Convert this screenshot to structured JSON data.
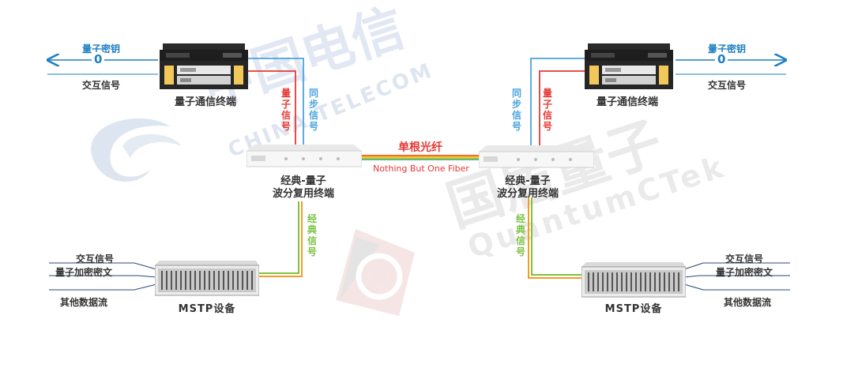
{
  "watermarks": {
    "china_telecom_cn": "中国电信",
    "china_telecom_en": "CHINA TELECOM",
    "quantumctek_cn": "国盾量子",
    "quantumctek_en": "QuantumCTek"
  },
  "left": {
    "quantum_key": "量子密钥",
    "key_glyph": "0",
    "interactive_signal": "交互信号",
    "terminal_title": "量子通信终端",
    "quantum_signal_vertical": "量子信号",
    "sync_signal_vertical": "同步信号",
    "wdm_title_line1": "经典-量子",
    "wdm_title_line2": "波分复用终端",
    "classic_signal_vertical": "经典信号",
    "mstp_inputs": [
      "交互信号",
      "量子加密密文",
      "其他数据流"
    ],
    "mstp_title": "MSTP设备"
  },
  "right": {
    "quantum_key": "量子密钥",
    "key_glyph": "0",
    "interactive_signal": "交互信号",
    "terminal_title": "量子通信终端",
    "sync_signal_vertical": "同步信号",
    "quantum_signal_vertical": "量子信号",
    "wdm_title_line1": "经典-量子",
    "wdm_title_line2": "波分复用终端",
    "classic_signal_vertical": "经典信号",
    "mstp_inputs": [
      "交互信号",
      "量子加密密文",
      "其他数据流"
    ],
    "mstp_title": "MSTP设备"
  },
  "center": {
    "fiber_cn": "单根光纤",
    "fiber_en": "Nothing But One Fiber"
  },
  "colors": {
    "quantum_red": "#e53935",
    "sync_blue": "#4aa3df",
    "classic_green": "#7cc242",
    "classic_orange": "#f59b22",
    "label_blue": "#1f7ec2",
    "text_dark": "#333333"
  }
}
